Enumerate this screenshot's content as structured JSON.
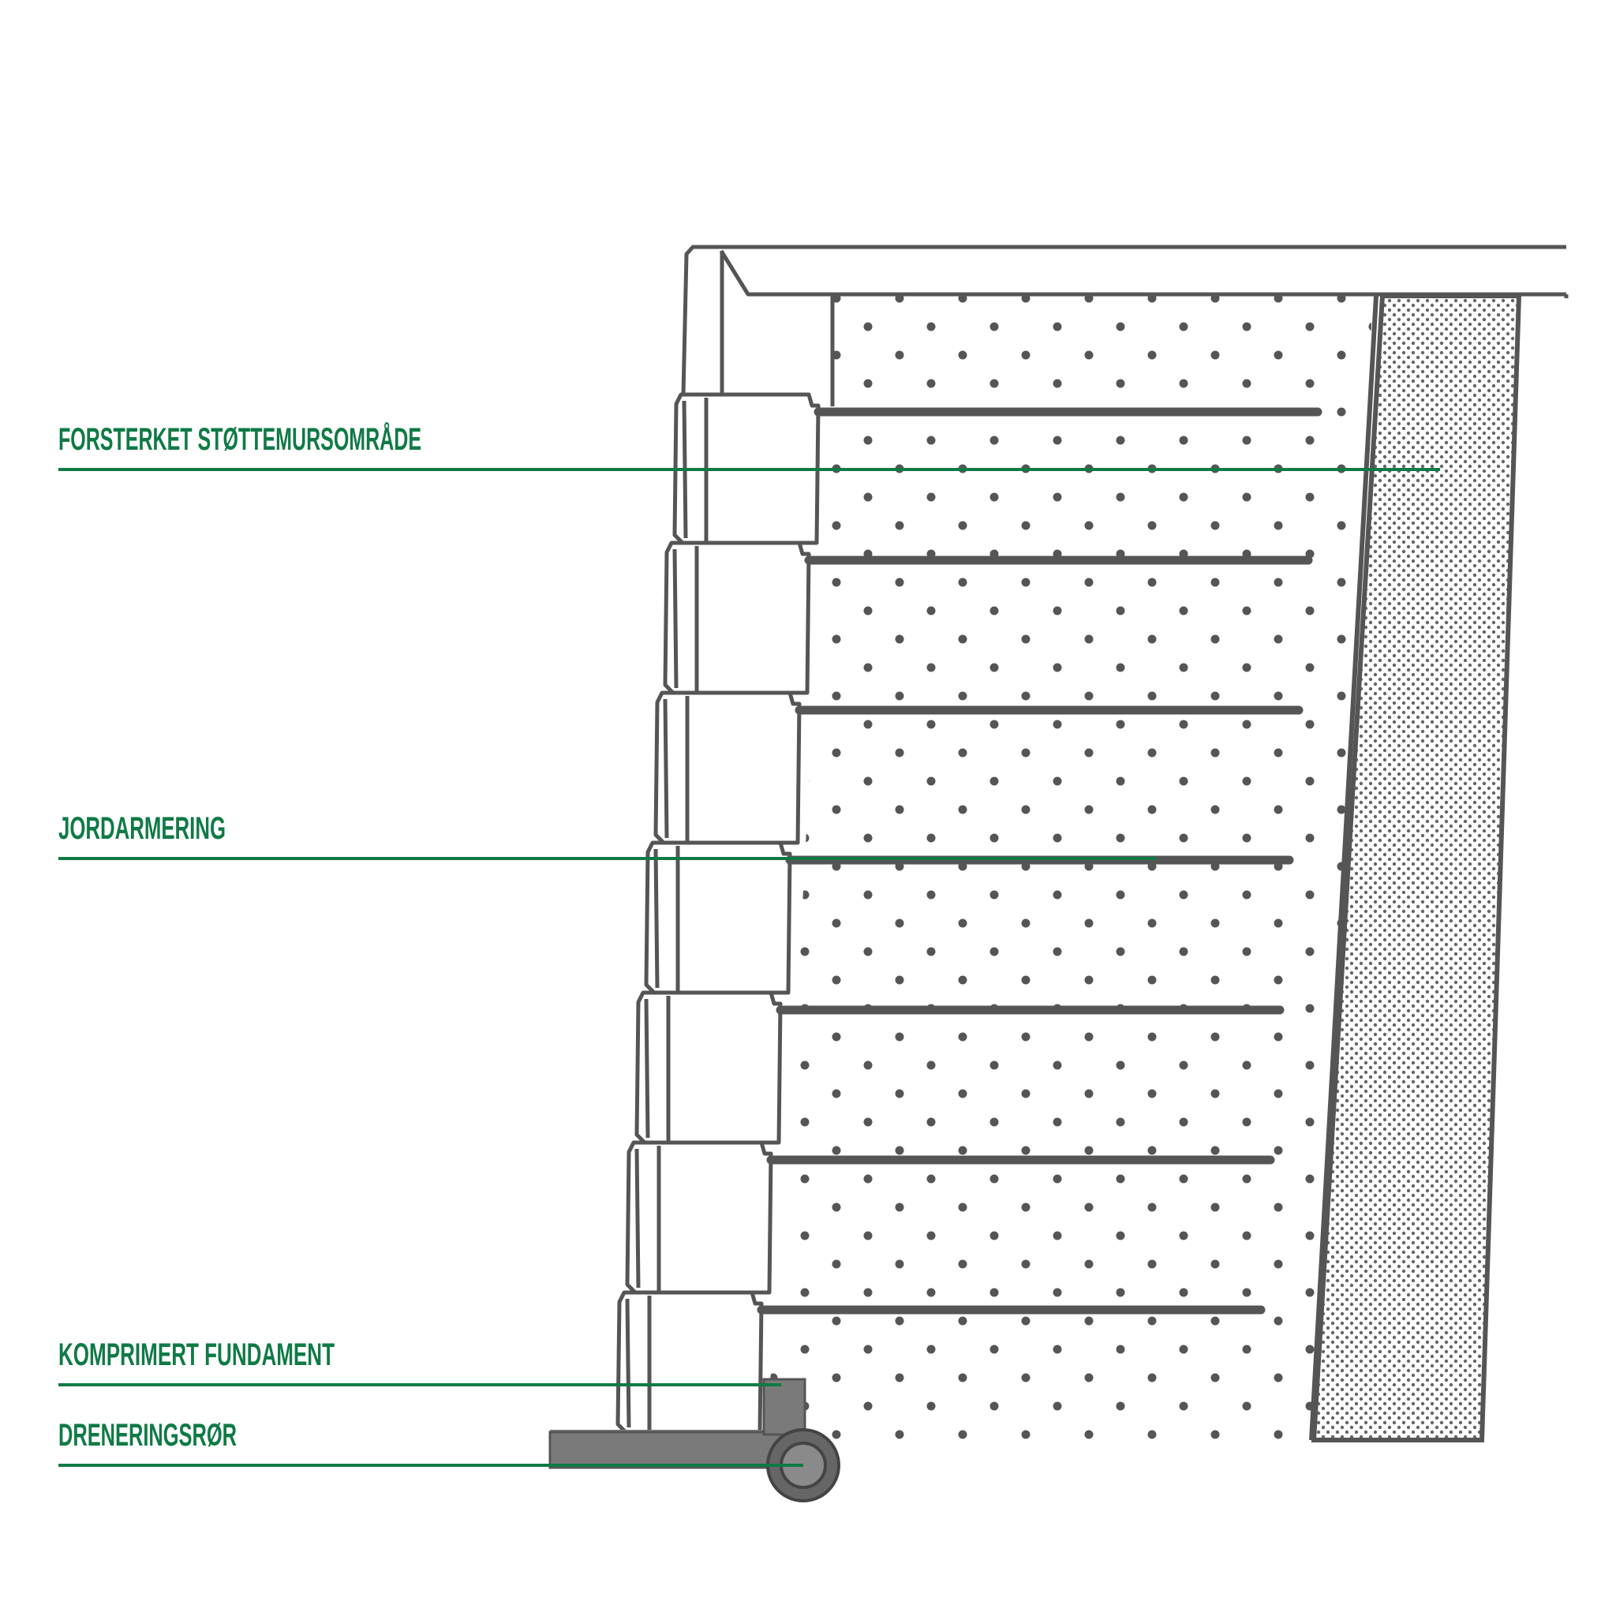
{
  "diagram": {
    "colors": {
      "callout": "#0f7a45",
      "line": "#555555",
      "reinforcement": "#555555",
      "footing": "#7a7a7a",
      "pipe_outer": "#666666",
      "pipe_inner": "#8a8a8a",
      "dots": "#555555",
      "background": "#ffffff"
    },
    "labels": [
      {
        "id": "reinforced-zone",
        "text": "FORSTERKET STØTTEMURSOMRÅDE"
      },
      {
        "id": "soil-reinforcement",
        "text": "JORDARMERING"
      },
      {
        "id": "compacted-foundation",
        "text": "KOMPRIMERT FUNDAMENT"
      },
      {
        "id": "drainage-pipe",
        "text": "DRENERINGSRØR"
      }
    ],
    "icons": [
      "retaining-wall-blocks",
      "cap-block",
      "geogrid-layers",
      "drainage-pipe-icon",
      "gravel-footing"
    ]
  }
}
